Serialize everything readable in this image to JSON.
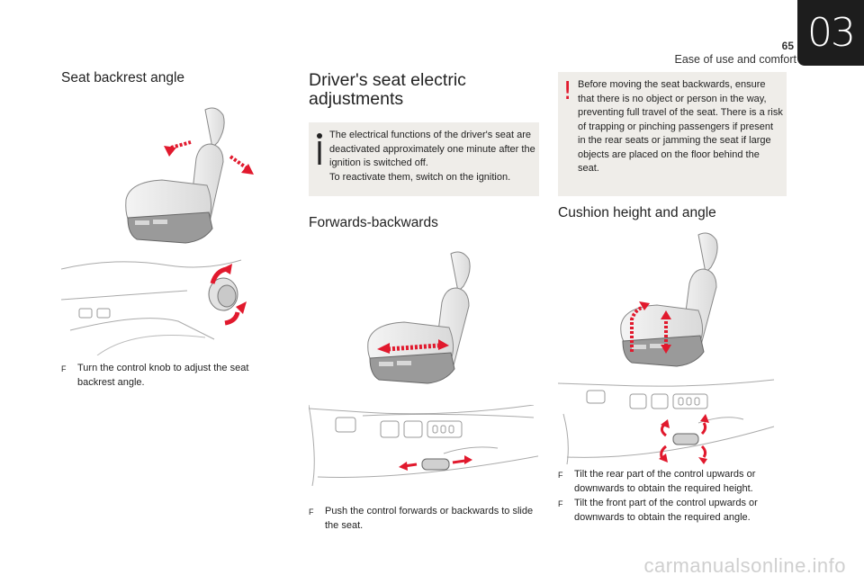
{
  "header": {
    "page_number": "65",
    "section_title": "Ease of use and comfort",
    "chapter_number": "03"
  },
  "col1": {
    "heading": "Seat backrest angle",
    "bullet": "Turn the control knob to adjust the seat backrest angle."
  },
  "col2": {
    "heading": "Driver's seat electric adjustments",
    "info_text": "The electrical functions of the driver's seat are deactivated approximately one minute after the ignition is switched off.\nTo reactivate them, switch on the ignition.",
    "subheading": "Forwards-backwards",
    "bullet": "Push the control forwards or backwards to slide the seat."
  },
  "col3": {
    "warning_text": "Before moving the seat backwards, ensure that there is no object or person in the way, preventing full travel of the seat. There is a risk of trapping or pinching passengers if present in the rear seats or jamming the seat if large objects are placed on the floor behind the seat.",
    "subheading": "Cushion height and angle",
    "bullets": [
      "Tilt the rear part of the control upwards or downwards to obtain the required height.",
      "Tilt the front part of the control upwards or downwards to obtain the required angle."
    ]
  },
  "bullet_marker": "F",
  "warning_mark": "!",
  "footer": {
    "watermark": "carmanualsonline.info"
  },
  "colors": {
    "accent_red": "#e1192d",
    "box_bg": "#efede9",
    "tab_bg": "#1d1d1d"
  }
}
